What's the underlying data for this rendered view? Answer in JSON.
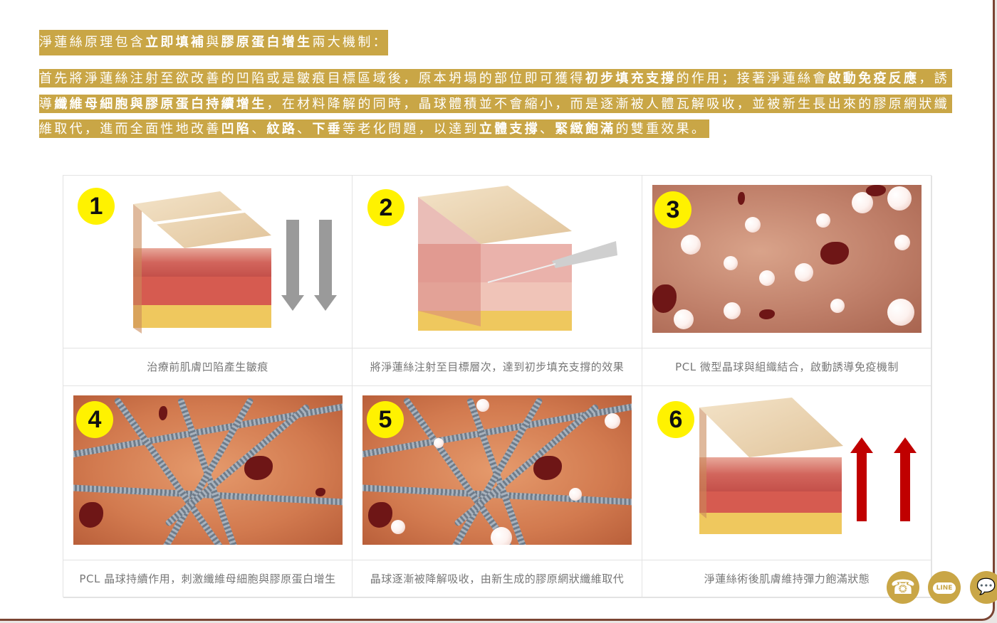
{
  "intro": {
    "title_parts": [
      {
        "text": "淨蓮絲原理包含",
        "bold": false
      },
      {
        "text": "立即填補",
        "bold": true
      },
      {
        "text": "與",
        "bold": false
      },
      {
        "text": "膠原蛋白增生",
        "bold": true
      },
      {
        "text": "兩大機制：",
        "bold": false
      }
    ],
    "paragraph_parts": [
      {
        "text": "首先將淨蓮絲注射至欲改善的凹陷或是皺痕目標區域後，原本坍塌的部位即可獲得",
        "bold": false
      },
      {
        "text": "初步填充支撐",
        "bold": true
      },
      {
        "text": "的作用；接著淨蓮絲會",
        "bold": false
      },
      {
        "text": "啟動免疫反應",
        "bold": true
      },
      {
        "text": "，誘導",
        "bold": false
      },
      {
        "text": "纖維母細胞與膠原蛋白持續增生",
        "bold": true
      },
      {
        "text": "，在材料降解的同時，晶球體積並不會縮小，而是逐漸被人體瓦解吸收，並被新生長出來的膠原網狀纖維取代，進而全面性地改善",
        "bold": false
      },
      {
        "text": "凹陷",
        "bold": true
      },
      {
        "text": "、",
        "bold": false
      },
      {
        "text": "紋路",
        "bold": true
      },
      {
        "text": "、",
        "bold": false
      },
      {
        "text": "下垂",
        "bold": true
      },
      {
        "text": "等老化問題，以達到",
        "bold": false
      },
      {
        "text": "立體支撐",
        "bold": true
      },
      {
        "text": "、",
        "bold": false
      },
      {
        "text": "緊緻飽滿",
        "bold": true
      },
      {
        "text": "的雙重效果。",
        "bold": false
      }
    ]
  },
  "steps": [
    {
      "number": "1",
      "caption": "治療前肌膚凹陷產生皺痕"
    },
    {
      "number": "2",
      "caption": "將淨蓮絲注射至目標層次，達到初步填充支撐的效果"
    },
    {
      "number": "3",
      "caption": "PCL 微型晶球與組織結合，啟動誘導免疫機制"
    },
    {
      "number": "4",
      "caption": "PCL 晶球持續作用，刺激纖維母細胞與膠原蛋白增生"
    },
    {
      "number": "5",
      "caption": "晶球逐漸被降解吸收，由新生成的膠原網狀纖維取代"
    },
    {
      "number": "6",
      "caption": "淨蓮絲術後肌膚維持彈力飽滿狀態"
    }
  ],
  "floating_buttons": [
    {
      "icon": "phone-icon"
    },
    {
      "icon": "line-icon",
      "label": "LINE"
    },
    {
      "icon": "wechat-icon"
    }
  ],
  "colors": {
    "gold": "#c9a646",
    "badge": "#fff200",
    "frame": "#7b4534"
  }
}
